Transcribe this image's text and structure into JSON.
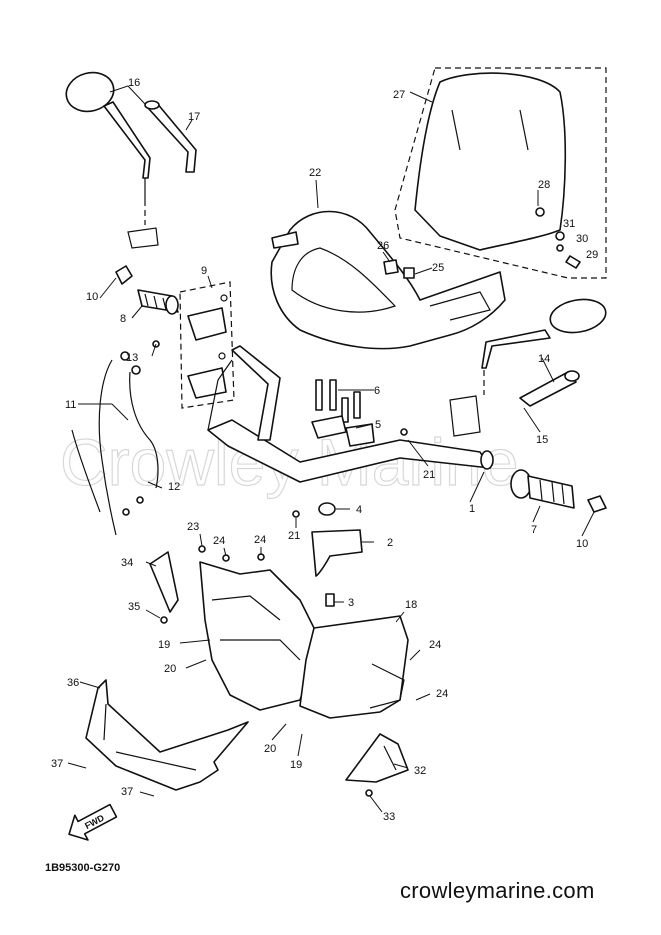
{
  "diagram": {
    "drawing_code": "1B95300-G270",
    "site": "crowleymarine.com",
    "watermark": "Crowley Marine",
    "fwd_label": "FWD",
    "callouts": [
      {
        "id": "c16",
        "label": "16"
      },
      {
        "id": "c17",
        "label": "17"
      },
      {
        "id": "c27",
        "label": "27"
      },
      {
        "id": "c22",
        "label": "22"
      },
      {
        "id": "c28",
        "label": "28"
      },
      {
        "id": "c31",
        "label": "31"
      },
      {
        "id": "c30",
        "label": "30"
      },
      {
        "id": "c29",
        "label": "29"
      },
      {
        "id": "c26",
        "label": "26"
      },
      {
        "id": "c25",
        "label": "25"
      },
      {
        "id": "c9",
        "label": "9"
      },
      {
        "id": "c10a",
        "label": "10"
      },
      {
        "id": "c8",
        "label": "8"
      },
      {
        "id": "c13",
        "label": "13"
      },
      {
        "id": "c11",
        "label": "11"
      },
      {
        "id": "c6",
        "label": "6"
      },
      {
        "id": "c5",
        "label": "5"
      },
      {
        "id": "c14",
        "label": "14"
      },
      {
        "id": "c15",
        "label": "15"
      },
      {
        "id": "c21a",
        "label": "21"
      },
      {
        "id": "c12",
        "label": "12"
      },
      {
        "id": "c4",
        "label": "4"
      },
      {
        "id": "c1",
        "label": "1"
      },
      {
        "id": "c7",
        "label": "7"
      },
      {
        "id": "c10b",
        "label": "10"
      },
      {
        "id": "c21b",
        "label": "21"
      },
      {
        "id": "c2",
        "label": "2"
      },
      {
        "id": "c23",
        "label": "23"
      },
      {
        "id": "c24a",
        "label": "24"
      },
      {
        "id": "c24b",
        "label": "24"
      },
      {
        "id": "c34",
        "label": "34"
      },
      {
        "id": "c3",
        "label": "3"
      },
      {
        "id": "c18",
        "label": "18"
      },
      {
        "id": "c35",
        "label": "35"
      },
      {
        "id": "c19a",
        "label": "19"
      },
      {
        "id": "c24c",
        "label": "24"
      },
      {
        "id": "c20a",
        "label": "20"
      },
      {
        "id": "c36",
        "label": "36"
      },
      {
        "id": "c24d",
        "label": "24"
      },
      {
        "id": "c20b",
        "label": "20"
      },
      {
        "id": "c19b",
        "label": "19"
      },
      {
        "id": "c37a",
        "label": "37"
      },
      {
        "id": "c32",
        "label": "32"
      },
      {
        "id": "c37b",
        "label": "37"
      },
      {
        "id": "c33",
        "label": "33"
      }
    ]
  }
}
